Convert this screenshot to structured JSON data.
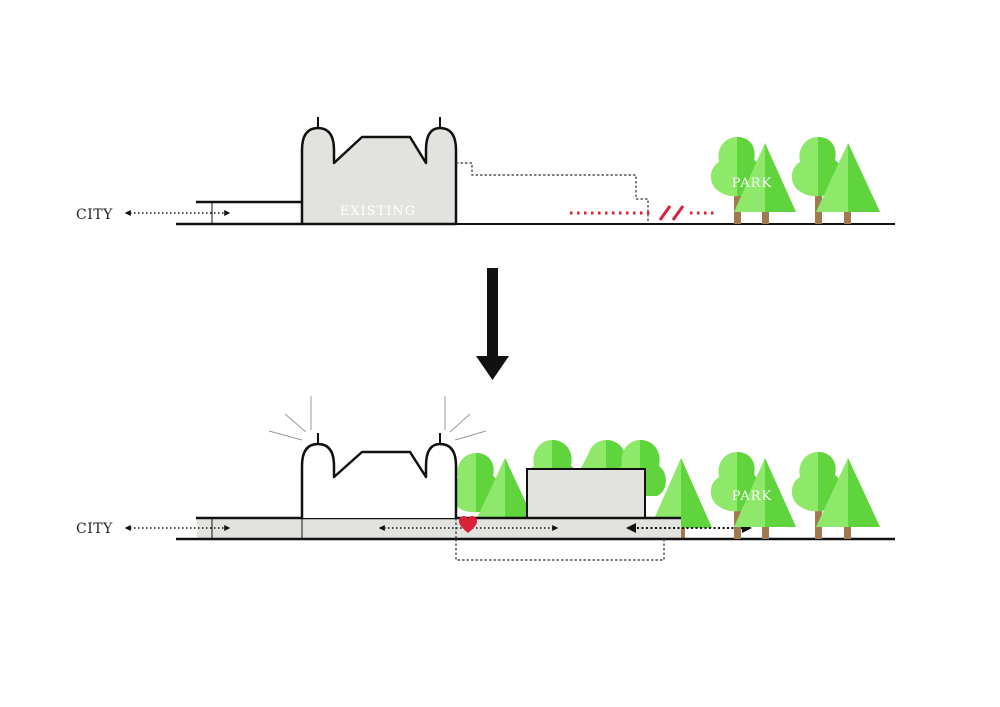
{
  "labels": {
    "city_top": "CITY",
    "city_bottom": "CITY",
    "existing": "EXISTING",
    "park_top": "PARK",
    "park_bottom": "PARK"
  },
  "colors": {
    "tree_light": "#8ee86a",
    "tree_dark": "#5fd43c",
    "trunk": "#a07a4e",
    "building_fill": "#e2e3df",
    "line": "#111111",
    "barrier": "#d9213a",
    "heart": "#d9213a"
  },
  "icons": [
    "left-right-arrow-icon",
    "down-arrow-icon",
    "heart-icon",
    "tree-icon",
    "glow-rays-icon"
  ]
}
